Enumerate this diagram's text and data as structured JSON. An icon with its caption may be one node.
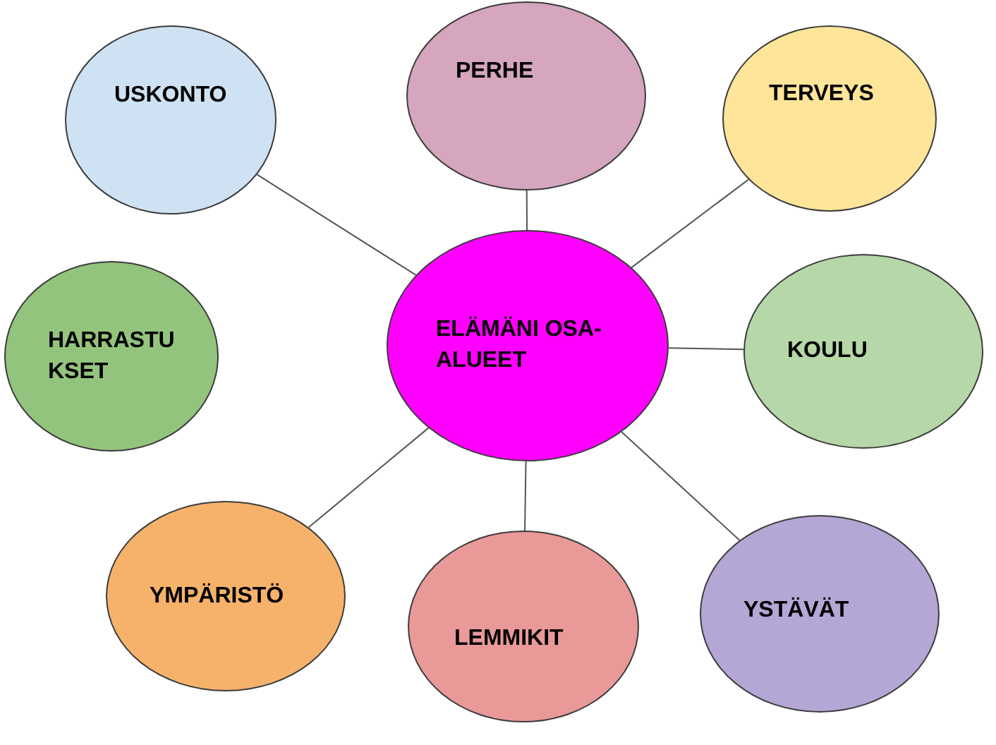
{
  "diagram": {
    "nodes": [
      {
        "text": [
          "ELÄMÄNI OSA-ALUEET"
        ]
      },
      {
        "text": [
          "USKONTO"
        ]
      },
      {
        "text": [
          "PERHE"
        ]
      },
      {
        "text": [
          "TERVEYS"
        ]
      },
      {
        "text": [
          "HARRASTU KSET"
        ]
      },
      {
        "text": [
          "KOULU"
        ]
      },
      {
        "text": [
          "YMPÄRISTÖ"
        ]
      },
      {
        "text": [
          "LEMMIKIT"
        ]
      },
      {
        "text": [
          "YSTÄVÄT"
        ]
      }
    ],
    "edges": [
      {
        "from": 0,
        "to": 1,
        "arrow": "none"
      },
      {
        "from": 0,
        "to": 2,
        "arrow": "none"
      },
      {
        "from": 0,
        "to": 3,
        "arrow": "none"
      },
      {
        "from": 0,
        "to": 5,
        "arrow": "none"
      },
      {
        "from": 0,
        "to": 8,
        "arrow": "none"
      },
      {
        "from": 0,
        "to": 7,
        "arrow": "none"
      },
      {
        "from": 0,
        "to": 6,
        "arrow": "none"
      }
    ]
  }
}
